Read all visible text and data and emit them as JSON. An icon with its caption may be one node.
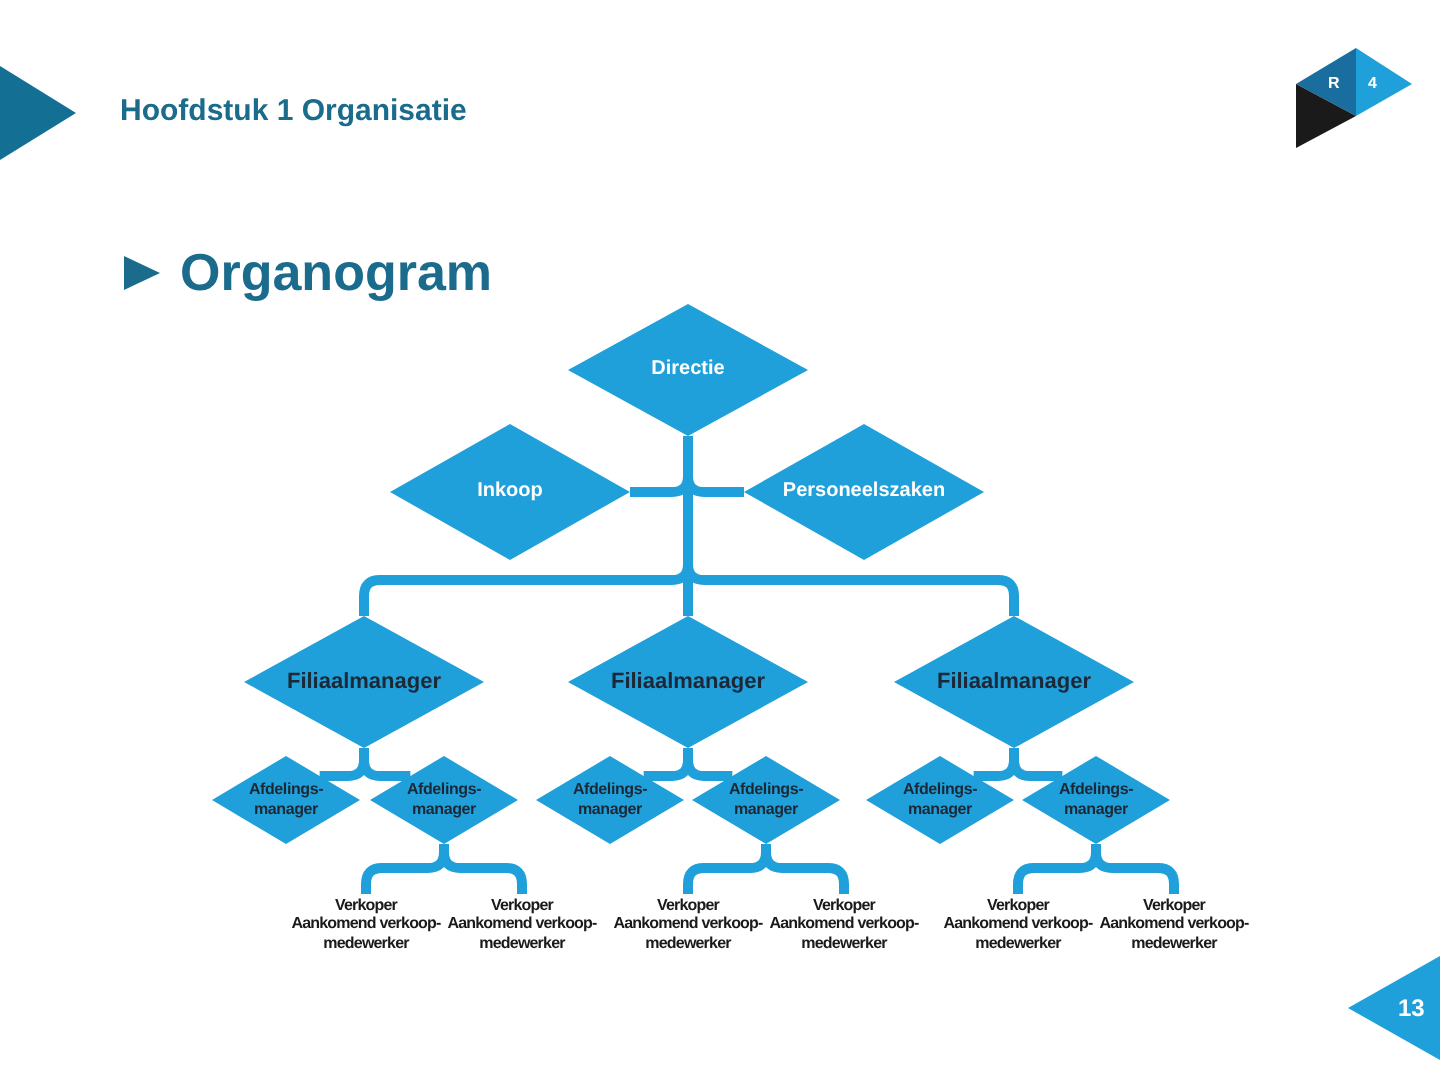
{
  "diagram": {
    "title": "Organogram",
    "nodes": [
      {
        "text": [
          "Directie"
        ]
      },
      {
        "text": [
          "Inkoop"
        ]
      },
      {
        "text": [
          "Personeelszaken"
        ]
      },
      {
        "text": [
          "Filiaalmanager"
        ]
      },
      {
        "text": [
          "Filiaalmanager"
        ]
      },
      {
        "text": [
          "Filiaalmanager"
        ]
      },
      {
        "text": [
          "Afdelings- manager"
        ]
      },
      {
        "text": [
          "Afdelings- manager"
        ]
      },
      {
        "text": [
          "Afdelings- manager"
        ]
      },
      {
        "text": [
          "Afdelings- manager"
        ]
      },
      {
        "text": [
          "Afdelings- manager"
        ]
      },
      {
        "text": [
          "Afdelings- manager"
        ]
      },
      {
        "text": [
          "Verkoper",
          "Aankomend verkoop- medewerker"
        ]
      },
      {
        "text": [
          "Verkoper",
          "Aankomend verkoop- medewerker"
        ]
      },
      {
        "text": [
          "Verkoper",
          "Aankomend verkoop- medewerker"
        ]
      },
      {
        "text": [
          "Verkoper",
          "Aankomend verkoop- medewerker"
        ]
      },
      {
        "text": [
          "Verkoper",
          "Aankomend verkoop- medewerker"
        ]
      },
      {
        "text": [
          "Verkoper",
          "Aankomend verkoop- medewerker"
        ]
      }
    ],
    "edges": [
      {
        "from": 0,
        "to": 1,
        "arrow": "none"
      },
      {
        "from": 0,
        "to": 2,
        "arrow": "none"
      },
      {
        "from": 0,
        "to": 3,
        "arrow": "none"
      },
      {
        "from": 0,
        "to": 4,
        "arrow": "none"
      },
      {
        "from": 0,
        "to": 5,
        "arrow": "none"
      },
      {
        "from": 3,
        "to": 6,
        "arrow": "none"
      },
      {
        "from": 3,
        "to": 7,
        "arrow": "none"
      },
      {
        "from": 4,
        "to": 8,
        "arrow": "none"
      },
      {
        "from": 4,
        "to": 9,
        "arrow": "none"
      },
      {
        "from": 5,
        "to": 10,
        "arrow": "none"
      },
      {
        "from": 5,
        "to": 11,
        "arrow": "none"
      },
      {
        "from": 7,
        "to": 12,
        "arrow": "none"
      },
      {
        "from": 7,
        "to": 13,
        "arrow": "none"
      },
      {
        "from": 9,
        "to": 14,
        "arrow": "none"
      },
      {
        "from": 9,
        "to": 15,
        "arrow": "none"
      },
      {
        "from": 11,
        "to": 16,
        "arrow": "none"
      },
      {
        "from": 11,
        "to": 17,
        "arrow": "none"
      }
    ],
    "labels": [
      "Hoofdstuk 1 Organisatie",
      "R",
      "4",
      "13"
    ]
  }
}
